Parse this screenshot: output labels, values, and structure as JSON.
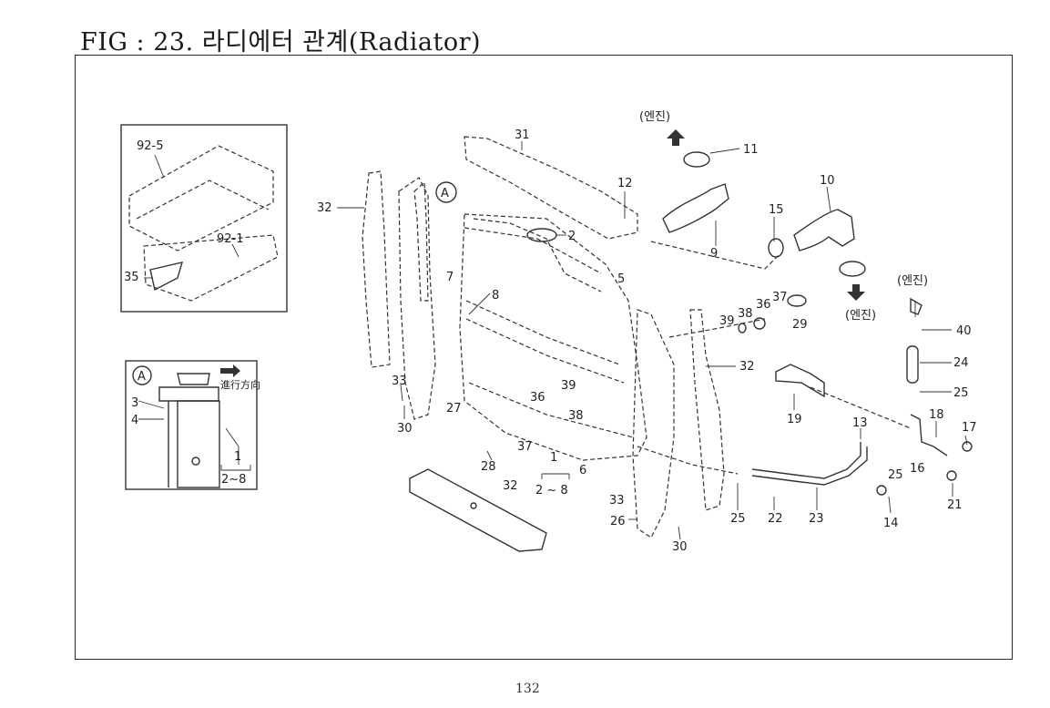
{
  "figure": {
    "title": "FIG : 23. 라디에터 관계(Radiator)",
    "page_number": "132"
  },
  "annotations": {
    "engine_top": "(엔진)",
    "engine_mid": "(엔진)",
    "engine_right": "(엔진)",
    "circle_a_main": "A",
    "circle_a_inset": "A",
    "inset_direction": "進行方向"
  },
  "part_labels": [
    {
      "id": "p31",
      "text": "31"
    },
    {
      "id": "p11",
      "text": "11"
    },
    {
      "id": "p12",
      "text": "12"
    },
    {
      "id": "p10",
      "text": "10"
    },
    {
      "id": "p2",
      "text": "2"
    },
    {
      "id": "p9",
      "text": "9"
    },
    {
      "id": "p15",
      "text": "15"
    },
    {
      "id": "p32a",
      "text": "32"
    },
    {
      "id": "p7",
      "text": "7"
    },
    {
      "id": "p8",
      "text": "8"
    },
    {
      "id": "p5",
      "text": "5"
    },
    {
      "id": "p37a",
      "text": "37"
    },
    {
      "id": "p36a",
      "text": "36"
    },
    {
      "id": "p38a",
      "text": "38"
    },
    {
      "id": "p39a",
      "text": "39"
    },
    {
      "id": "p29",
      "text": "29"
    },
    {
      "id": "p40",
      "text": "40"
    },
    {
      "id": "p24",
      "text": "24"
    },
    {
      "id": "p25a",
      "text": "25"
    },
    {
      "id": "p32b",
      "text": "32"
    },
    {
      "id": "p33a",
      "text": "33"
    },
    {
      "id": "p30a",
      "text": "30"
    },
    {
      "id": "p27",
      "text": "27"
    },
    {
      "id": "p39b",
      "text": "39"
    },
    {
      "id": "p36b",
      "text": "36"
    },
    {
      "id": "p38b",
      "text": "38"
    },
    {
      "id": "p37b",
      "text": "37"
    },
    {
      "id": "p28",
      "text": "28"
    },
    {
      "id": "p1",
      "text": "1"
    },
    {
      "id": "p2to8",
      "text": "2 ~ 8"
    },
    {
      "id": "p6",
      "text": "6"
    },
    {
      "id": "p32c",
      "text": "32"
    },
    {
      "id": "p33b",
      "text": "33"
    },
    {
      "id": "p26",
      "text": "26"
    },
    {
      "id": "p30b",
      "text": "30"
    },
    {
      "id": "p19",
      "text": "19"
    },
    {
      "id": "p13",
      "text": "13"
    },
    {
      "id": "p18",
      "text": "18"
    },
    {
      "id": "p17",
      "text": "17"
    },
    {
      "id": "p16",
      "text": "16"
    },
    {
      "id": "p25b",
      "text": "25"
    },
    {
      "id": "p25c",
      "text": "25"
    },
    {
      "id": "p22",
      "text": "22"
    },
    {
      "id": "p23",
      "text": "23"
    },
    {
      "id": "p14",
      "text": "14"
    },
    {
      "id": "p21",
      "text": "21"
    }
  ],
  "inset_top_labels": [
    {
      "id": "i925",
      "text": "92-5"
    },
    {
      "id": "i921",
      "text": "92-1"
    },
    {
      "id": "i35",
      "text": "35"
    }
  ],
  "inset_bottom_labels": [
    {
      "id": "i3",
      "text": "3"
    },
    {
      "id": "i4",
      "text": "4"
    },
    {
      "id": "i1",
      "text": "1"
    },
    {
      "id": "i2to8",
      "text": "2~8"
    }
  ]
}
